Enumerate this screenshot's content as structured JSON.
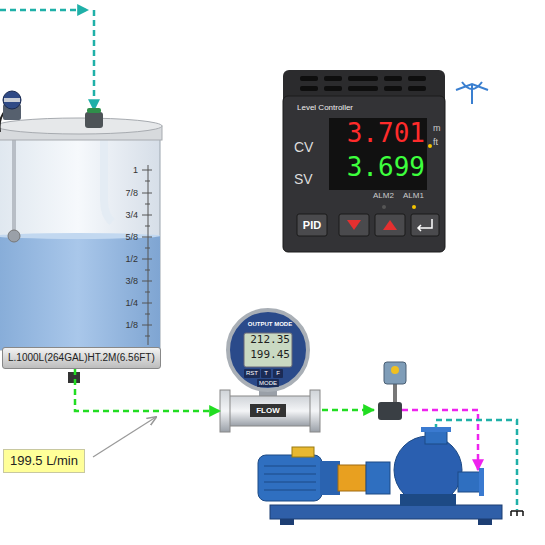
{
  "diagram": {
    "nodes": [
      {
        "text": [
          "L.1000L(264GAL)HT.2M(6.56FT)"
        ]
      },
      {
        "text": [
          "Level Controller",
          "CV",
          "SV",
          "3.701",
          "3.699",
          "m",
          "ft",
          "ALM2",
          "ALM1",
          "PID"
        ]
      },
      {
        "text": [
          "OUTPUT MODE",
          "212.35",
          "199.45",
          "RST",
          "T",
          "F",
          "MODE",
          "FLOW"
        ]
      },
      {
        "text": [
          "199.5 L/min"
        ]
      }
    ],
    "edges": [
      {
        "from": 0,
        "to": 2,
        "arrow": "to"
      }
    ],
    "labels": [
      "1",
      "7/8",
      "3/4",
      "5/8",
      "1/2",
      "3/8",
      "1/4",
      "1/8"
    ]
  }
}
